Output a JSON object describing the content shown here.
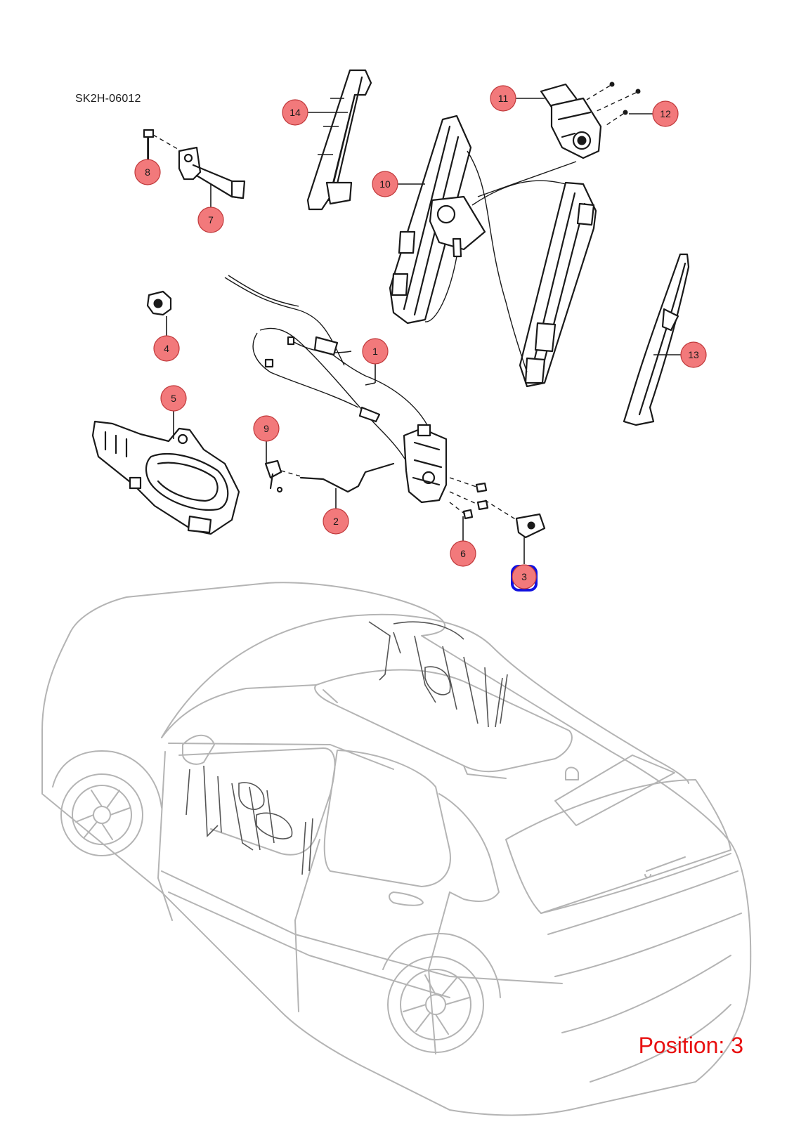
{
  "diagram": {
    "code": "SK2H-06012",
    "position_label": "Position: 3",
    "selected_callout": "3",
    "colors": {
      "callout_fill": "#f2797b",
      "callout_stroke": "#c0393b",
      "selected_outline": "#1010e0",
      "position_text": "#e81010",
      "car_outline": "#b4b4b4"
    }
  },
  "callouts": [
    {
      "id": "1",
      "label": "1"
    },
    {
      "id": "2",
      "label": "2"
    },
    {
      "id": "3",
      "label": "3"
    },
    {
      "id": "4",
      "label": "4"
    },
    {
      "id": "5",
      "label": "5"
    },
    {
      "id": "6",
      "label": "6"
    },
    {
      "id": "7",
      "label": "7"
    },
    {
      "id": "8",
      "label": "8"
    },
    {
      "id": "9",
      "label": "9"
    },
    {
      "id": "10",
      "label": "10"
    },
    {
      "id": "11",
      "label": "11"
    },
    {
      "id": "12",
      "label": "12"
    },
    {
      "id": "13",
      "label": "13"
    },
    {
      "id": "14",
      "label": "14"
    }
  ]
}
